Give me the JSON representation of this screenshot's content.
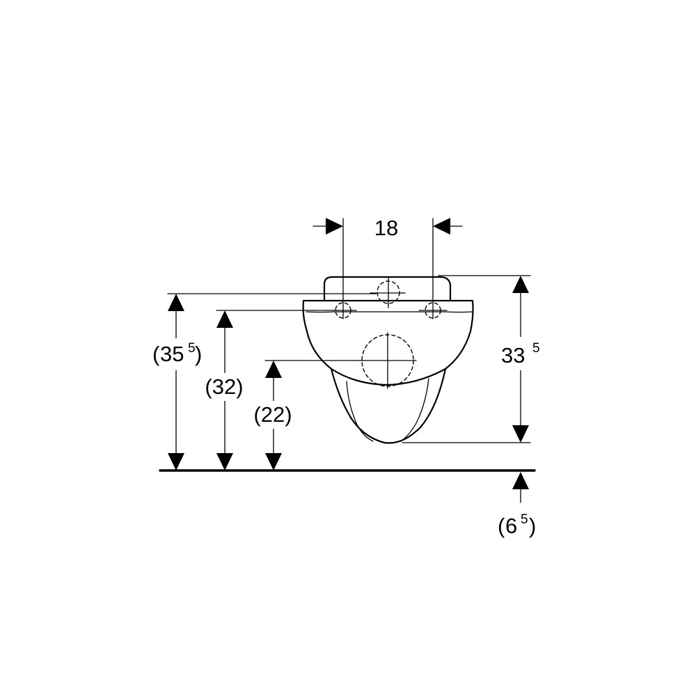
{
  "dimensions": {
    "width_top": {
      "value": "18"
    },
    "height_right": {
      "value": "33",
      "superscript": "5"
    },
    "height_outer_left": {
      "open": "(",
      "value": "35",
      "superscript": "5",
      "close": ")"
    },
    "height_mid_left": {
      "text": "(32)"
    },
    "height_inner_left": {
      "text": "(22)"
    },
    "below_floor": {
      "open": "(",
      "value": "6",
      "superscript": "5",
      "close": ")"
    }
  }
}
